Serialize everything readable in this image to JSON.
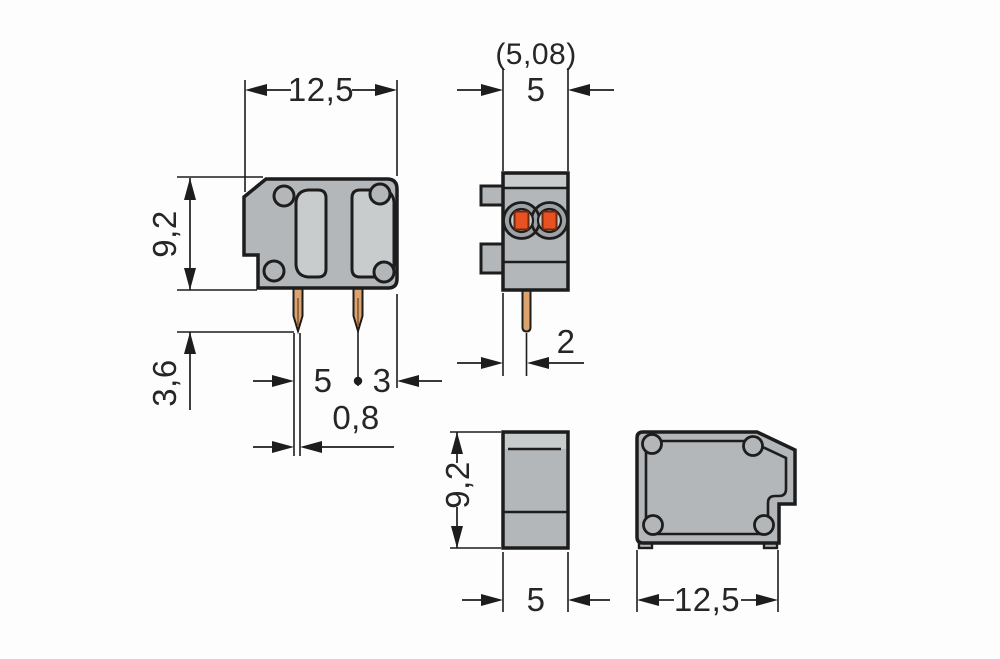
{
  "drawing": {
    "type": "technical-dimensional-drawing",
    "component": "2-pole PCB terminal block, four orthographic views",
    "units": "mm"
  },
  "side_view": {
    "width_label": "12,5",
    "height_label": "9,2",
    "pin_length_label": "3,6",
    "pin_pitch_label": "5",
    "pin_to_edge_label": "3",
    "pin_width_label": "0,8"
  },
  "front_view": {
    "grid_pitch_label": "(5,08)",
    "width_label": "5",
    "pin_offset_label": "2"
  },
  "profile_view": {
    "height_label": "9,2",
    "depth_label": "5"
  },
  "rear_view": {
    "width_label": "12,5"
  },
  "colors": {
    "housing": "#b4b7b9",
    "housing_light": "#c9cccd",
    "ring_grey": "#9ea2a4",
    "outline": "#1d1d1d",
    "pin_copper": "#dda36e",
    "actuator_orange": "#e95123",
    "background": "#fdfdfd"
  }
}
